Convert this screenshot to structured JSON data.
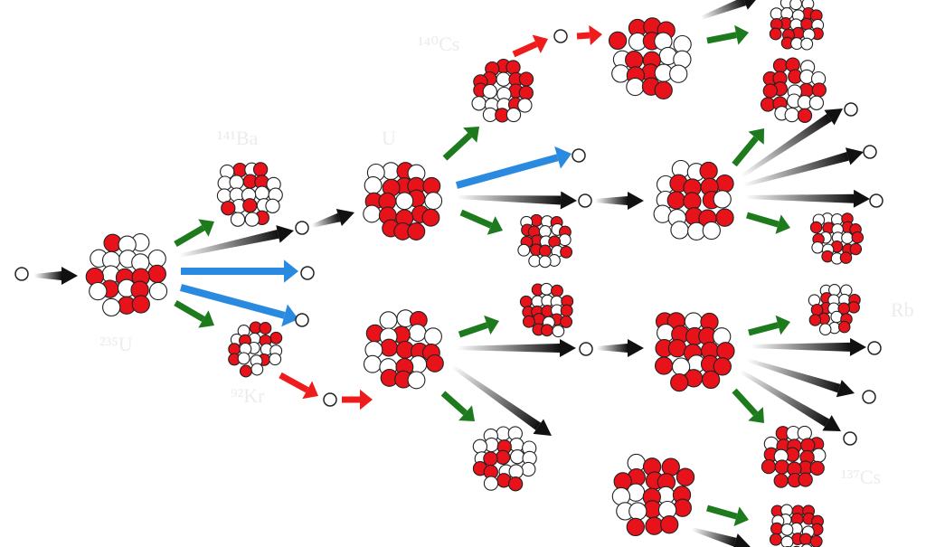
{
  "colors": {
    "proton": "#e8121a",
    "neutron": "#ffffff",
    "outline": "#222222",
    "fragment_arrow": "#1d7a1d",
    "decay_arrow": "#ee1c1c",
    "gamma_arrow": "#2a8ae0",
    "neutron_trail": "#111111"
  },
  "faint_labels": {
    "u235": "²³⁵U",
    "ba": "¹⁴¹Ba",
    "u_mid": "U",
    "cs_top": "¹⁴⁰Cs",
    "kr": "⁹²Kr",
    "rb": "Rb",
    "cs_bottom": "¹³⁷Cs"
  }
}
